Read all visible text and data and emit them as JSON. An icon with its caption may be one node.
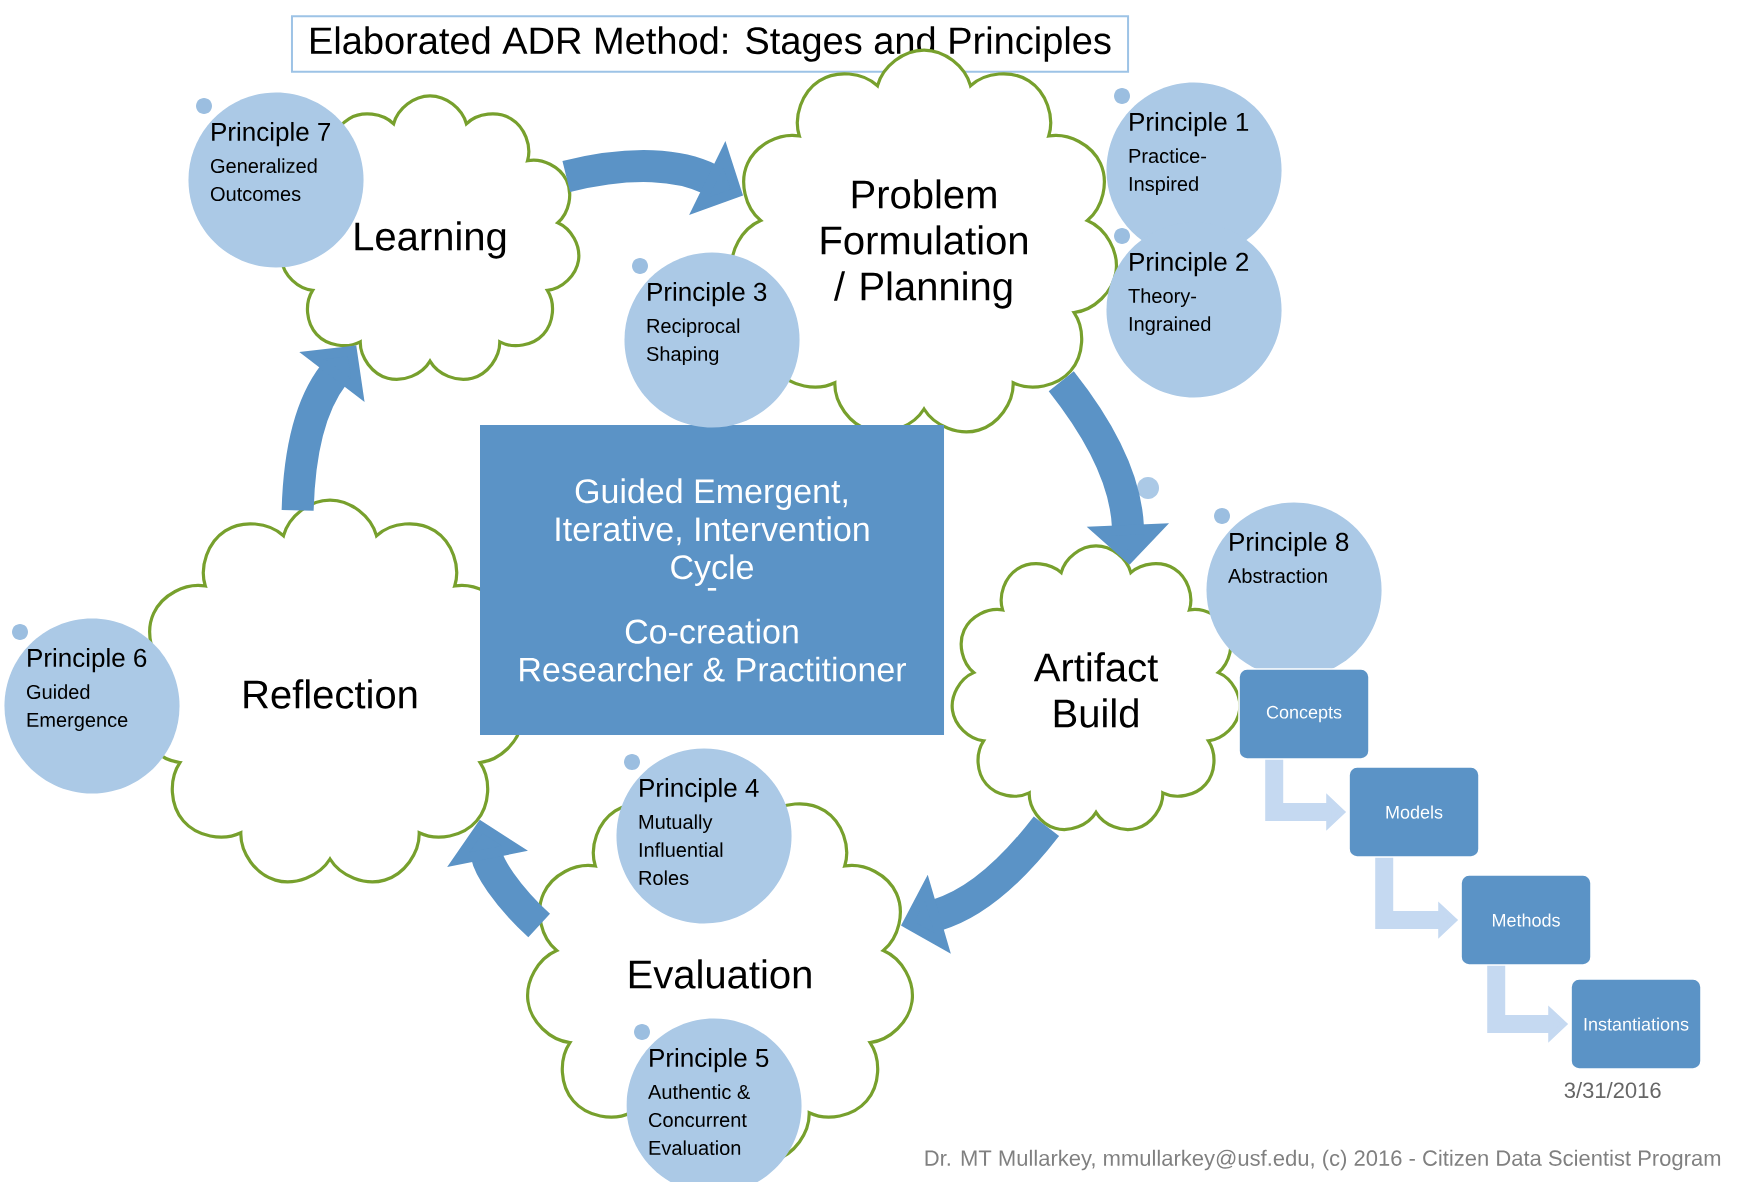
{
  "diagram": {
    "title": "Elaborated ADR Method: Stages and Principles",
    "nodes": [
      {
        "text": [
          "Learning"
        ]
      },
      {
        "text": [
          "Problem Formulation / Planning"
        ]
      },
      {
        "text": [
          "Artifact Build"
        ]
      },
      {
        "text": [
          "Evaluation"
        ]
      },
      {
        "text": [
          "Reflection"
        ]
      },
      {
        "text": [
          "Guided Emergent, Iterative, Intervention Cycle",
          "-",
          "Co-creation",
          "Researcher & Practitioner"
        ]
      },
      {
        "text": [
          "Principle 7",
          "Generalized Outcomes"
        ]
      },
      {
        "text": [
          "Principle 1",
          "Practice-Inspired"
        ]
      },
      {
        "text": [
          "Principle 2",
          "Theory-Ingrained"
        ]
      },
      {
        "text": [
          "Principle 3",
          "Reciprocal Shaping"
        ]
      },
      {
        "text": [
          "Principle 8",
          "Abstraction"
        ]
      },
      {
        "text": [
          "Principle 6",
          "Guided Emergence"
        ]
      },
      {
        "text": [
          "Principle 4",
          "Mutually Influential Roles"
        ]
      },
      {
        "text": [
          "Principle 5",
          "Authentic & Concurrent Evaluation"
        ]
      },
      {
        "text": [
          "Concepts"
        ]
      },
      {
        "text": [
          "Models"
        ]
      },
      {
        "text": [
          "Methods"
        ]
      },
      {
        "text": [
          "Instantiations"
        ]
      }
    ],
    "edges": [
      {
        "from": 0,
        "to": 1,
        "arrow": "to"
      },
      {
        "from": 1,
        "to": 2,
        "arrow": "to"
      },
      {
        "from": 2,
        "to": 3,
        "arrow": "to"
      },
      {
        "from": 3,
        "to": 4,
        "arrow": "to"
      },
      {
        "from": 4,
        "to": 0,
        "arrow": "to"
      },
      {
        "from": 14,
        "to": 15,
        "arrow": "to",
        "color": "#c5d9f1"
      },
      {
        "from": 15,
        "to": 16,
        "arrow": "to",
        "color": "#c5d9f1"
      },
      {
        "from": 16,
        "to": 17,
        "arrow": "to",
        "color": "#c5d9f1"
      }
    ],
    "labels": [
      "3/31/2016",
      "Dr. MT Mullarkey, mmullarkey@usf.edu, (c) 2016 - Citizen Data Scientist Program"
    ]
  }
}
